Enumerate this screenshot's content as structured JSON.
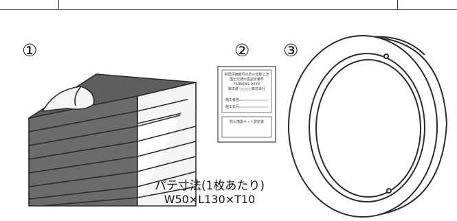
{
  "items": {
    "putty": {
      "number": "①"
    },
    "certificate_label": {
      "number": "②"
    },
    "sleeve": {
      "number": "③"
    }
  },
  "caption": {
    "line1": "パテ寸法(1枚あたり)",
    "line2": "W50×L130×T10"
  },
  "label_card": {
    "upper_lines": [
      "財団評価番号の防火措置工法",
      "国土交通大臣認定番号",
      "PS060WL-0XXX",
      "製造者 ○○○○株式会社",
      "",
      "施工者名",
      "施工年月"
    ],
    "lower_lines": [
      "防火措置キット認定書",
      "",
      ""
    ]
  },
  "colors": {
    "line": "#2a2a2a",
    "putty_fill": "#6b6b6b",
    "paper": "#f4f4f4",
    "card_border": "#555555"
  }
}
